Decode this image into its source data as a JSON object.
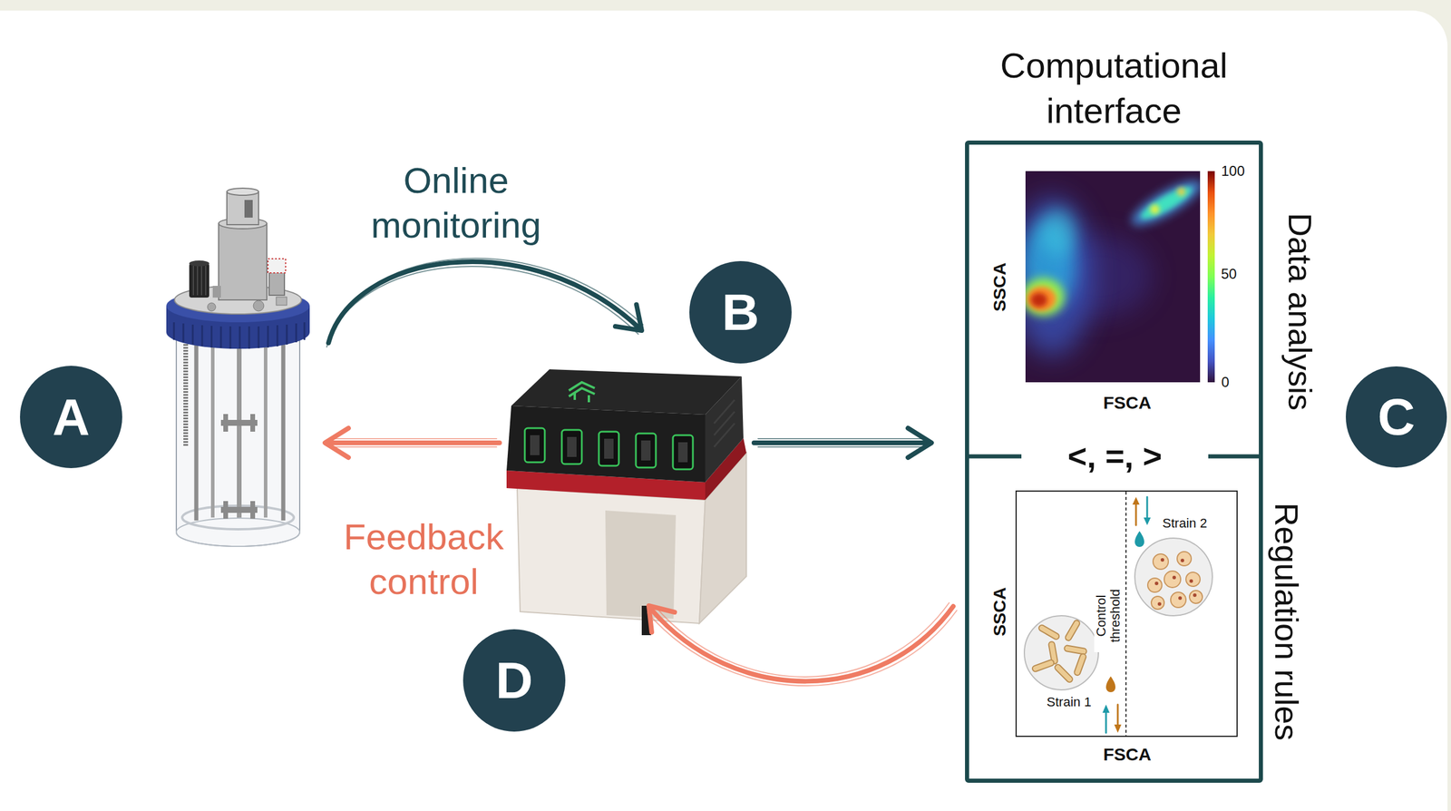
{
  "diagram": {
    "nodes": [
      {
        "text": [
          "A"
        ]
      },
      {
        "text": [
          "B"
        ]
      },
      {
        "text": [
          "Computational interface",
          "Data analysis",
          "Regulation rules"
        ]
      },
      {
        "text": [
          "C"
        ]
      },
      {
        "text": [
          "D"
        ]
      }
    ],
    "labels": [
      "Online monitoring",
      "Feedback control",
      "SSCA",
      "FSCA",
      "100",
      "50",
      "0",
      "<, =, >",
      "SSCA",
      "FSCA",
      "Strain 2",
      "Control threshold",
      "Strain 1"
    ]
  }
}
